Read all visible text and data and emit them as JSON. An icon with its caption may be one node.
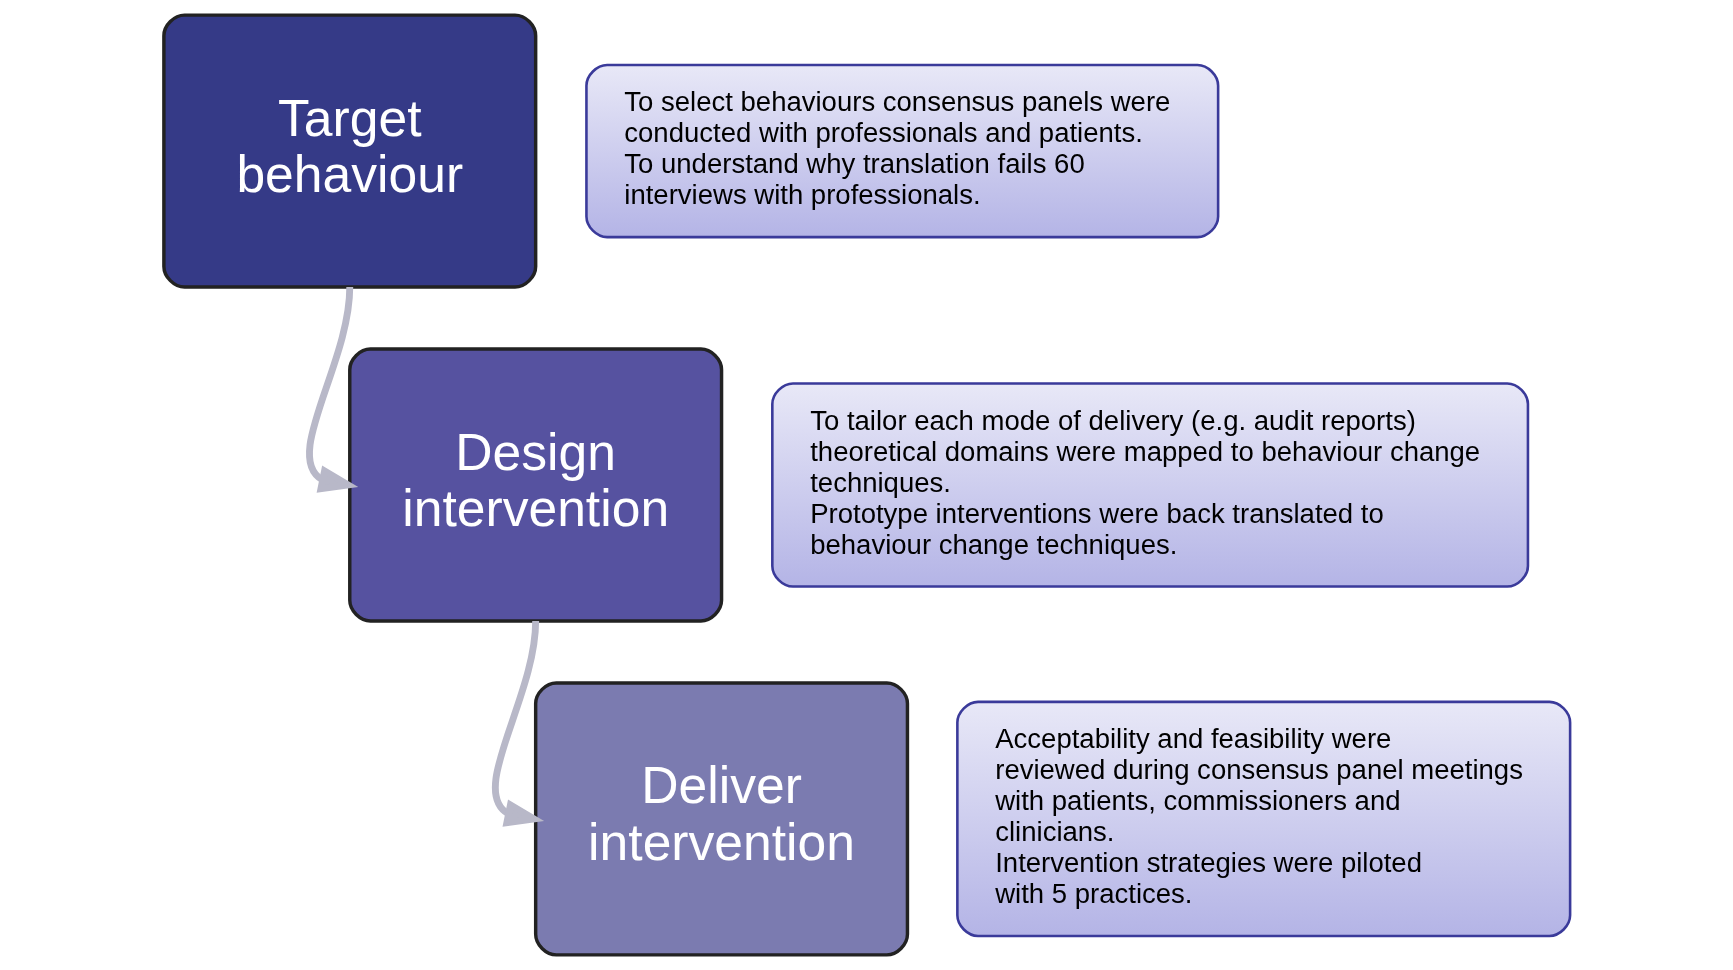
{
  "diagram": {
    "nodes": [
      {
        "text": [
          "Target behaviour"
        ]
      },
      {
        "text": [
          "To select behaviours consensus panels were conducted with professionals and patients.",
          "To understand why translation fails 60 interviews with professionals."
        ]
      },
      {
        "text": [
          "Design intervention"
        ]
      },
      {
        "text": [
          "To tailor each mode of delivery (e.g. audit reports) theoretical domains were mapped to behaviour change techniques.",
          "Prototype interventions were back translated to behaviour change techniques."
        ]
      },
      {
        "text": [
          "Deliver intervention"
        ]
      },
      {
        "text": [
          "Acceptability and feasibility were reviewed during consensus panel meetings with patients, commissioners and clinicians.",
          "Intervention strategies were piloted with 5 practices."
        ]
      }
    ],
    "edges": [
      {
        "from": 0,
        "to": 2,
        "arrow": "to"
      },
      {
        "from": 2,
        "to": 4,
        "arrow": "to"
      }
    ]
  }
}
